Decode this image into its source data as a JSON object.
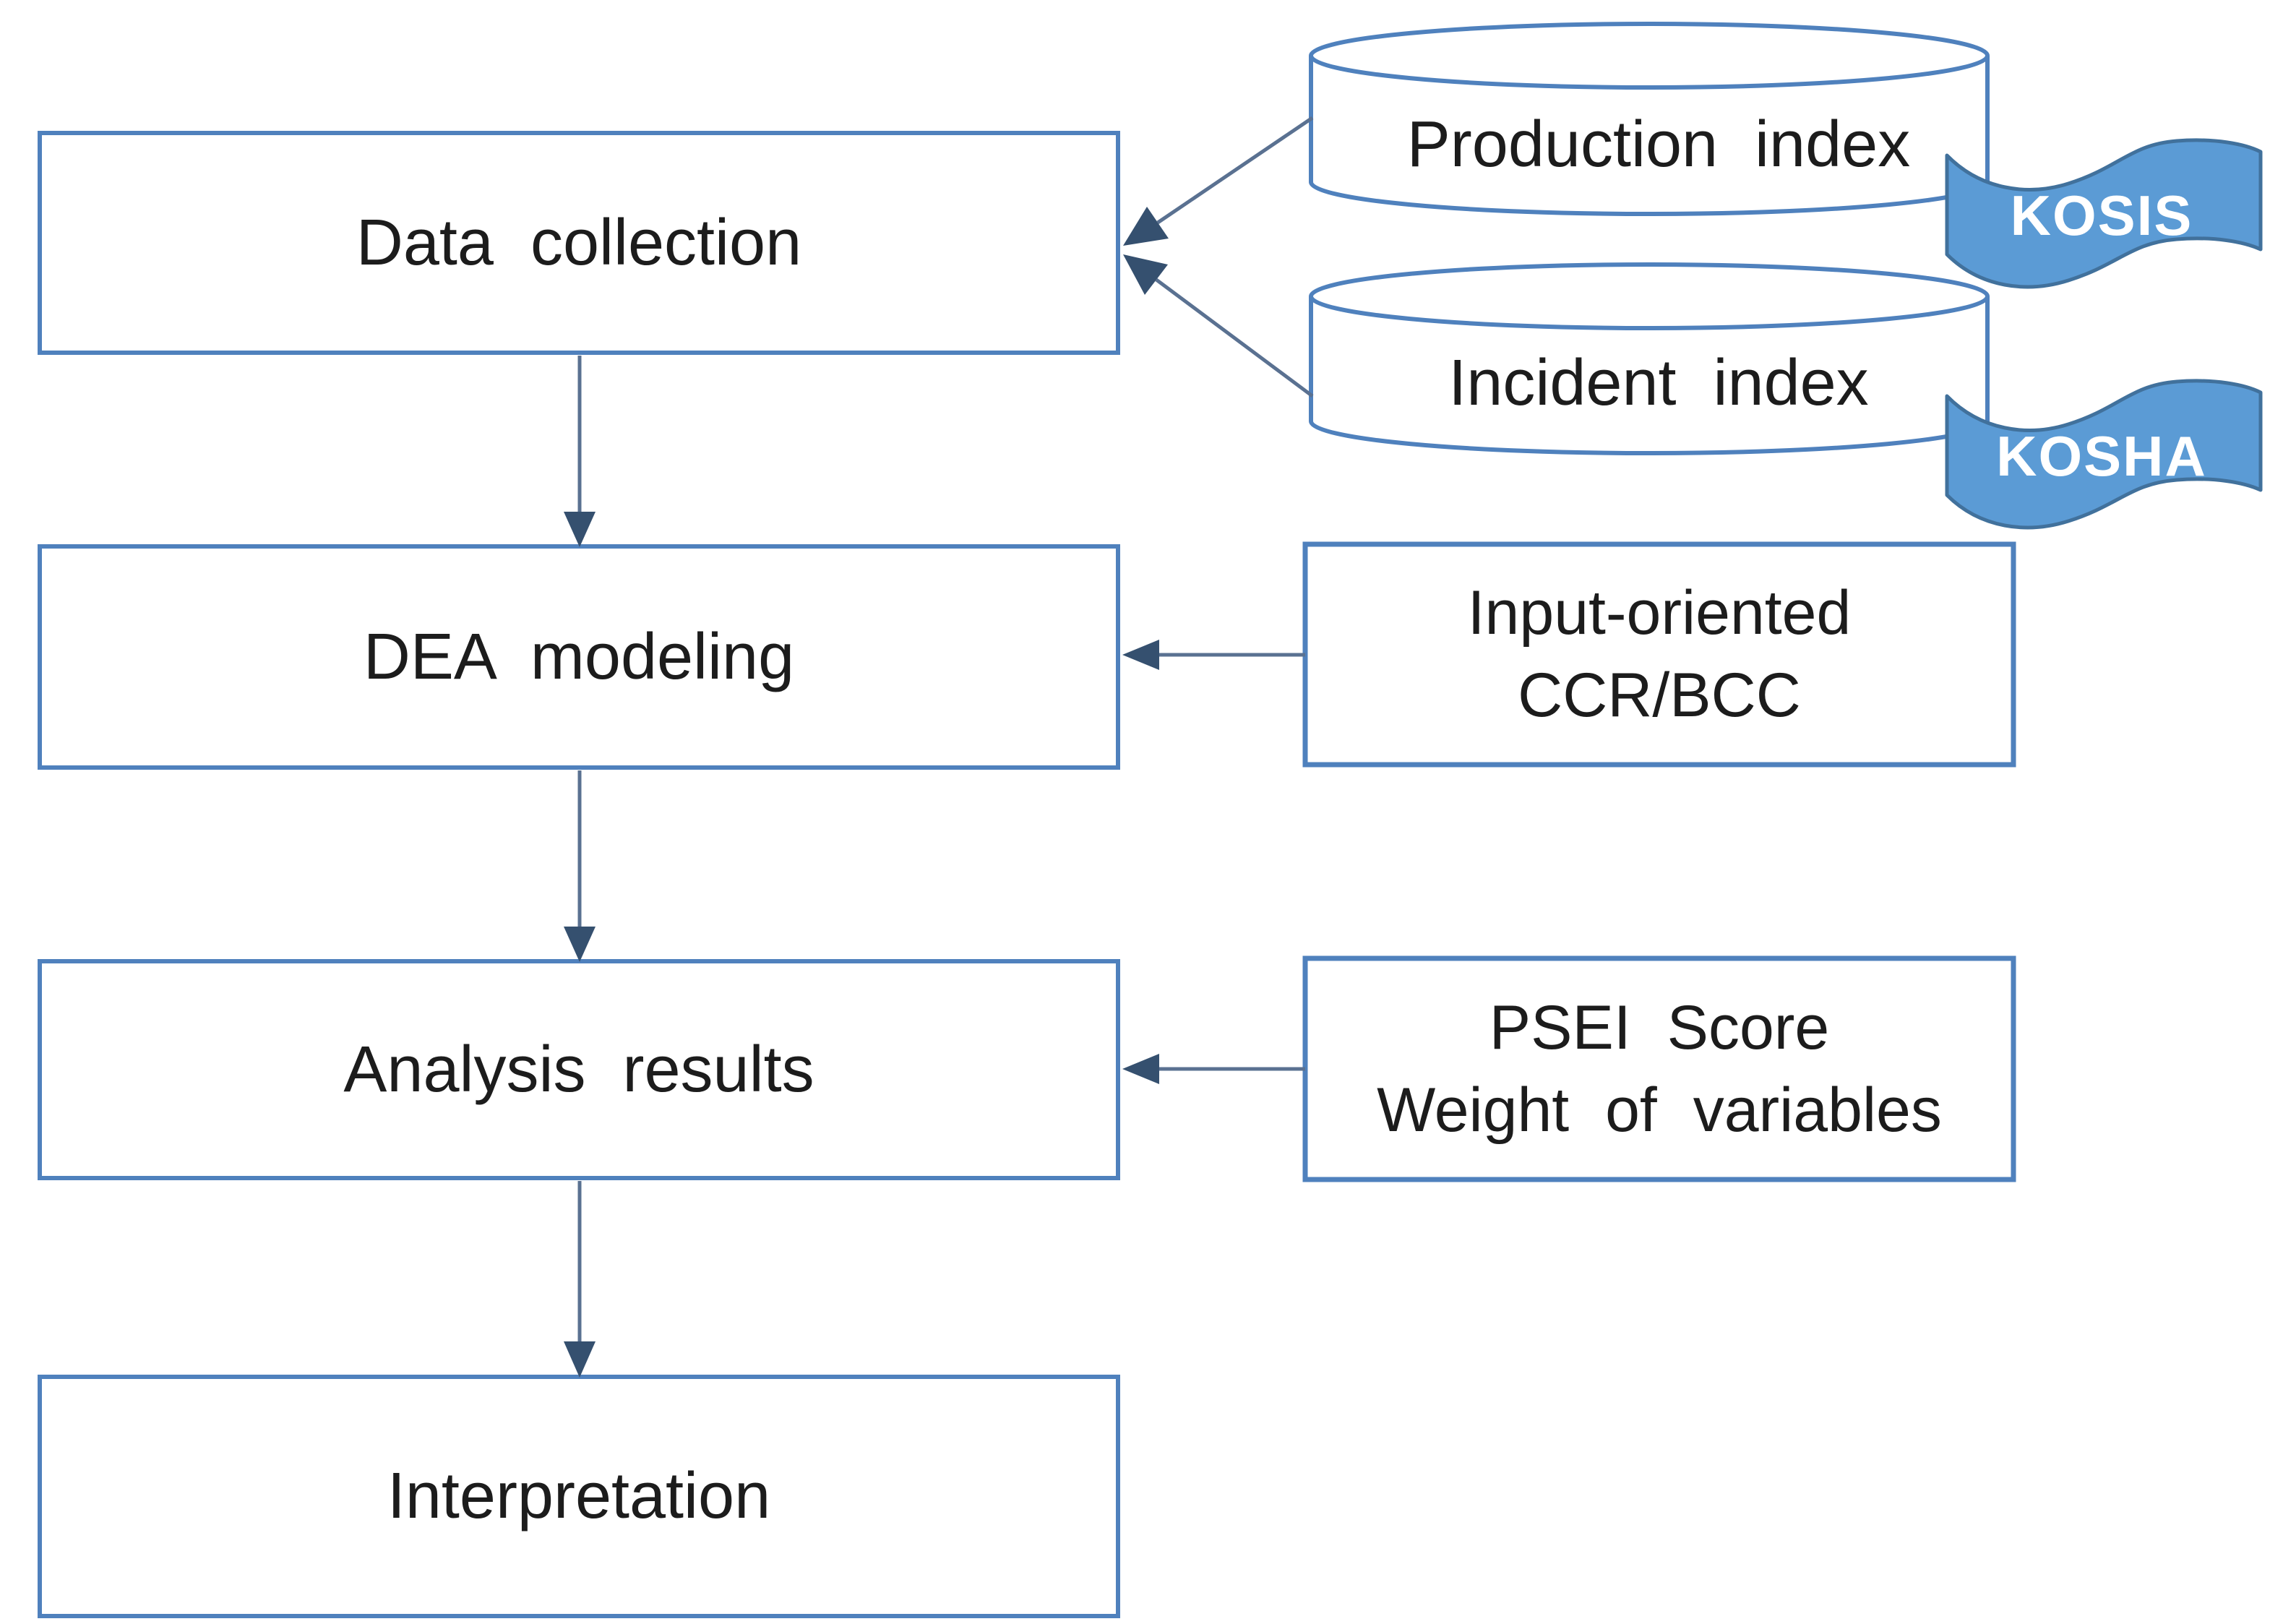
{
  "figure": {
    "kind": "flowchart",
    "description": "DEA study methodology flow diagram"
  },
  "colors": {
    "background": "#ffffff",
    "box_fill": "#ffffff",
    "box_border": "#4f81bd",
    "cylinder_border": "#4f81bd",
    "label_text": "#1c1c1c",
    "arrow_line": "#5a7191",
    "arrow_head": "#35506f",
    "ribbon_fill": "#5b9bd5",
    "ribbon_border": "#41719c",
    "ribbon_text": "#ffffff"
  },
  "flow_steps": [
    {
      "label": "Data collection"
    },
    {
      "label": "DEA modeling"
    },
    {
      "label": "Analysis results"
    },
    {
      "label": "Interpretation"
    }
  ],
  "data_sources": [
    {
      "label": "Production index",
      "source_tag": "KOSIS"
    },
    {
      "label": "Incident index",
      "source_tag": "KOSHA"
    }
  ],
  "side_inputs": [
    {
      "line1": "Input-oriented",
      "line2": "CCR/BCC",
      "target": "DEA modeling"
    },
    {
      "line1": "PSEI Score",
      "line2": "Weight of variables",
      "target": "Analysis results"
    }
  ]
}
